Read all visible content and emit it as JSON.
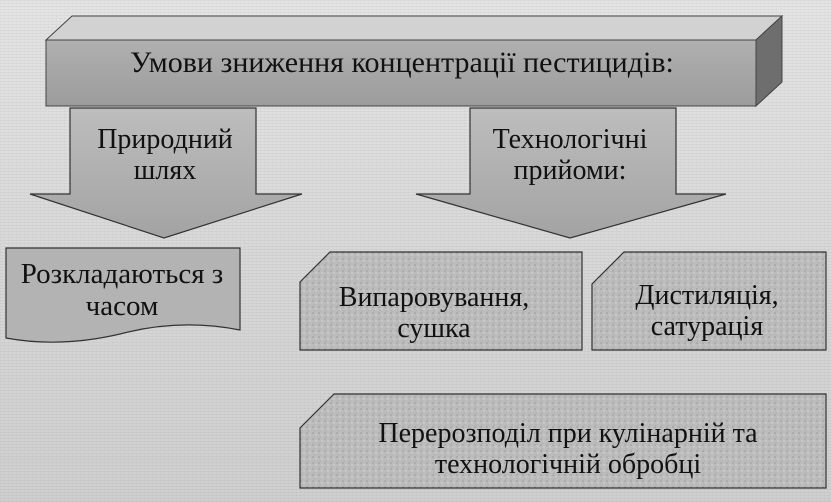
{
  "title": "Умови зниження концентрації пестицидів:",
  "branches": {
    "natural": "Природний шлях",
    "technological": "Технологічні прийоми:"
  },
  "outcomes": {
    "decomposition": "Розкладаються з часом",
    "evaporation": "Випаровування, сушка",
    "distillation": "Дистиляція, сатурація",
    "redistribution": "Перерозподіл при кулінарній та технологічній обробці"
  },
  "colors": {
    "box_fill": "#a6a6a6",
    "box_top": "#c8c8c8",
    "box_side": "#7a7a7a",
    "shape_fill": "#bdbdbd",
    "outline": "#2a2a2a"
  }
}
